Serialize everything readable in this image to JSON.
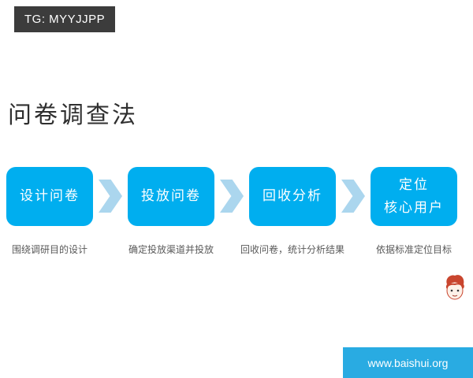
{
  "badge": {
    "label": "TG: MYYJJPP"
  },
  "title": "问卷调查法",
  "flow": {
    "steps": [
      {
        "label": "设计问卷",
        "caption": "围绕调研目的设计"
      },
      {
        "label": "投放问卷",
        "caption": "确定投放渠道并投放"
      },
      {
        "label": "回收分析",
        "caption": "回收问卷，统计分析结果"
      },
      {
        "label": "定位\n核心用户",
        "caption": "依据标准定位目标"
      }
    ]
  },
  "footer": {
    "url": "www.baishui.org"
  },
  "icons": {
    "chevron": "chevron-right-icon",
    "avatar": "cartoon-avatar-stamp"
  },
  "colors": {
    "box": "#00aeef",
    "chevron": "#abd6ee",
    "footer_bg": "#29abe2",
    "badge_bg": "#3c3c3c"
  }
}
